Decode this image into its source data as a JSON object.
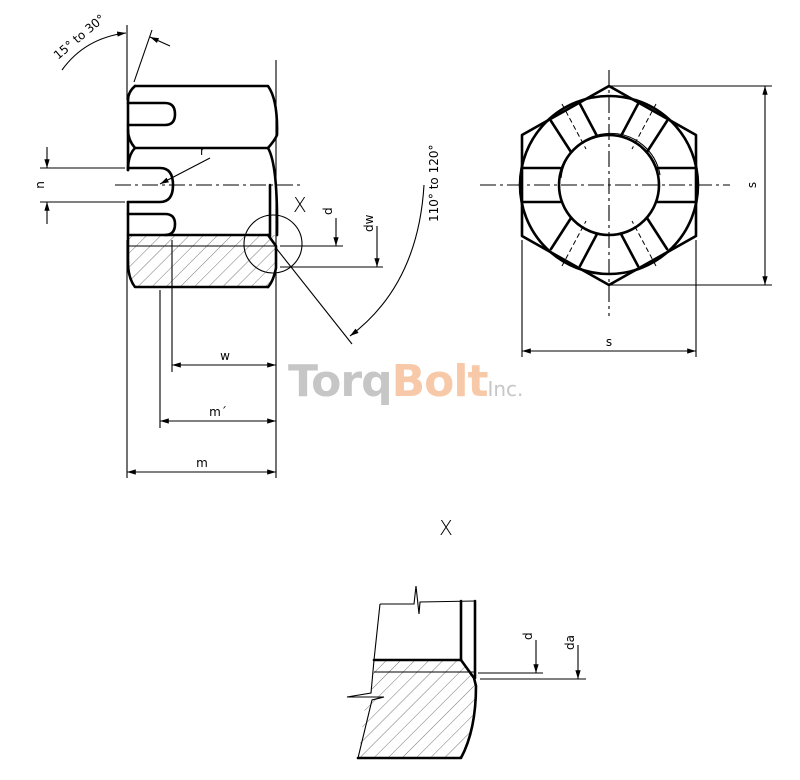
{
  "drawing": {
    "type": "technical drawing",
    "subject": "Hexagon slotted / castle nut",
    "views": [
      "side view (half section)",
      "top view",
      "detail X"
    ]
  },
  "side_view": {
    "chamfer_angle_label": "15° to 30°",
    "bearing_angle_label": "110° to 120°",
    "slot_width_label": "n",
    "slot_radius_label": "r",
    "detail_marker": "X",
    "thread_dia_label": "d",
    "bearing_dia_label": "dw",
    "dim_w_label": "w",
    "dim_m_prime_label": "m´",
    "dim_m_label": "m"
  },
  "top_view": {
    "across_flats_vertical_label": "s",
    "across_flats_horizontal_label": "s"
  },
  "detail_x": {
    "title": "X",
    "thread_dia_label": "d",
    "countersink_dia_label": "da"
  },
  "watermark": {
    "part1": "Torq",
    "part2": "Bolt",
    "part3": "Inc.",
    "color_gray": "#c6c6c6",
    "color_orange": "#f7c9a8"
  }
}
